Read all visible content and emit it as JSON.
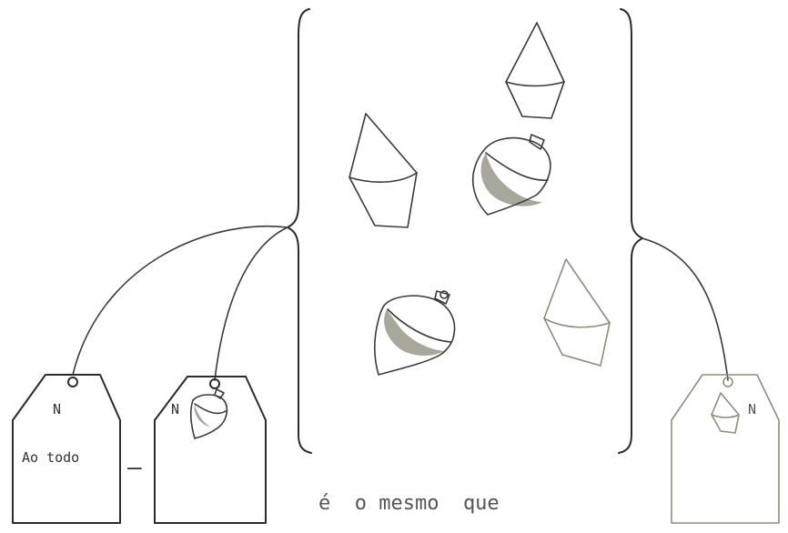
{
  "labels": {
    "tag_left_letter": "N",
    "tag_left_text": "Ao todo",
    "tag_middle_letter": "N",
    "tag_right_letter": "N",
    "minus_sign": "—",
    "caption": "é  o mesmo  que"
  },
  "set_contents": {
    "diamonds": 3,
    "spinning_tops": 2
  },
  "colors": {
    "ink": "#2b2b2b",
    "faint_ink": "#8d8d7c",
    "shading": "#8a8a7a",
    "paper": "#ffffff"
  }
}
